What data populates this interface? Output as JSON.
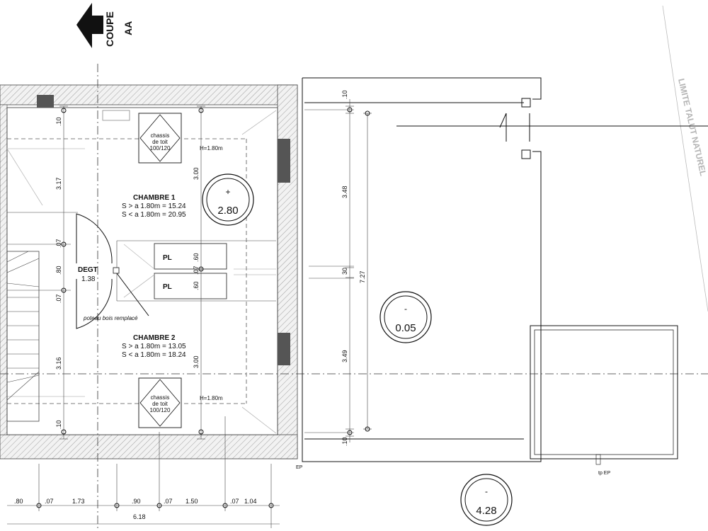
{
  "section": {
    "label_line1": "COUPE",
    "label_line2": "AA"
  },
  "boundary_label": "LIMITE TALUT NATUREL",
  "rooms": {
    "chambre1": {
      "name": "CHAMBRE 1",
      "line1": "S > a 1.80m = 15.24",
      "line2": "S < a 1.80m = 20.95"
    },
    "chambre2": {
      "name": "CHAMBRE 2",
      "line1": "S > a 1.80m = 13.05",
      "line2": "S < a 1.80m = 18.24"
    },
    "degt": {
      "name": "DEGT",
      "area": "1.38"
    },
    "pl1": "PL",
    "pl2": "PL"
  },
  "skylights": [
    {
      "line1": "chassis",
      "line2": "de toit",
      "line3": "100/120"
    },
    {
      "line1": "chassis",
      "line2": "de toit",
      "line3": "100/120"
    }
  ],
  "height_marks": [
    "H=1.80m",
    "H=1.80m"
  ],
  "post_note": "poteau bois remplacé",
  "levels": [
    {
      "sign": "+",
      "value": "2.80"
    },
    {
      "sign": "-",
      "value": "0.05"
    },
    {
      "sign": "-",
      "value": "4.28"
    }
  ],
  "vertical_dims_left": [
    ".10",
    "3.17",
    ".07",
    ".80",
    ".07",
    "3.16",
    ".10"
  ],
  "vertical_dims_center": [
    "3.00",
    ".60",
    ".07",
    ".60",
    "3.00"
  ],
  "vertical_dims_terrace": [
    ".10",
    "3.48",
    "30",
    "3.49",
    ".10"
  ],
  "terrace_total": "7.27",
  "bottom_dims": [
    ".80",
    ".07",
    "1.73",
    ".90",
    ".07",
    "1.50",
    ".07",
    "1.04"
  ],
  "bottom_total": "6.18",
  "ep_labels": [
    "EP",
    "tp EP"
  ]
}
